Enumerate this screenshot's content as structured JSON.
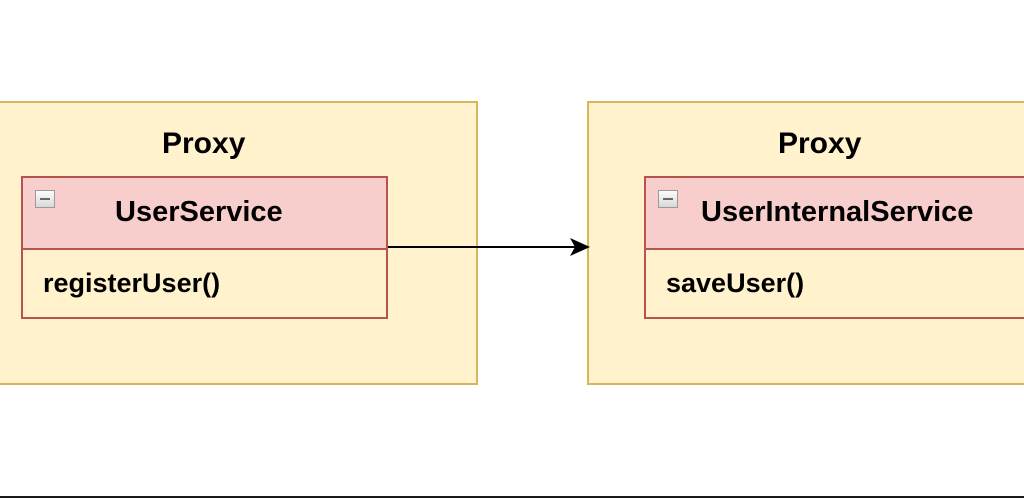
{
  "diagram": {
    "left": {
      "container_title": "Proxy",
      "class_name": "UserService",
      "method": "registerUser()"
    },
    "right": {
      "container_title": "Proxy",
      "class_name": "UserInternalService",
      "method": "saveUser()"
    }
  },
  "colors": {
    "container_fill": "#fff2cc",
    "container_border": "#d6b656",
    "class_header_fill": "#f8cecc",
    "class_border": "#b85450",
    "arrow": "#000000"
  },
  "icons": {
    "class_header": "collapse-icon",
    "edge_head": "arrowhead-icon"
  }
}
